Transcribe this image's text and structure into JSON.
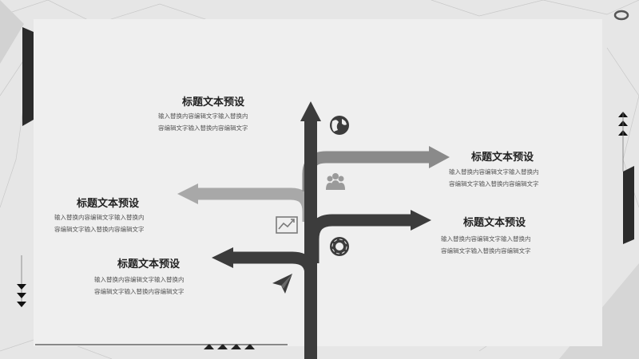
{
  "blocks": [
    {
      "title": "标题文本预设",
      "lines": [
        "输入替换内容编辑文字输入替换内",
        "容编辑文字输入替换内容编辑文字"
      ]
    },
    {
      "title": "标题文本预设",
      "lines": [
        "输入替换内容编辑文字输入替换内",
        "容编辑文字输入替换内容编辑文字"
      ]
    },
    {
      "title": "标题文本预设",
      "lines": [
        "输入替换内容编辑文字输入替换内",
        "容编辑文字输入替换内容编辑文字"
      ]
    },
    {
      "title": "标题文本预设",
      "lines": [
        "输入替换内容编辑文字输入替换内",
        "容编辑文字输入替换内容编辑文字"
      ]
    },
    {
      "title": "标题文本预设",
      "lines": [
        "输入替换内容编辑文字输入替换内",
        "容编辑文字输入替换内容编辑文字"
      ]
    }
  ],
  "icons": [
    "globe-icon",
    "people-icon",
    "chart-trend-icon",
    "lifebuoy-icon",
    "paper-plane-icon"
  ],
  "colors": {
    "dark": "#3c3c3c",
    "mid": "#8a8a8a",
    "light": "#a8a8a8",
    "panel": "#efefef"
  }
}
